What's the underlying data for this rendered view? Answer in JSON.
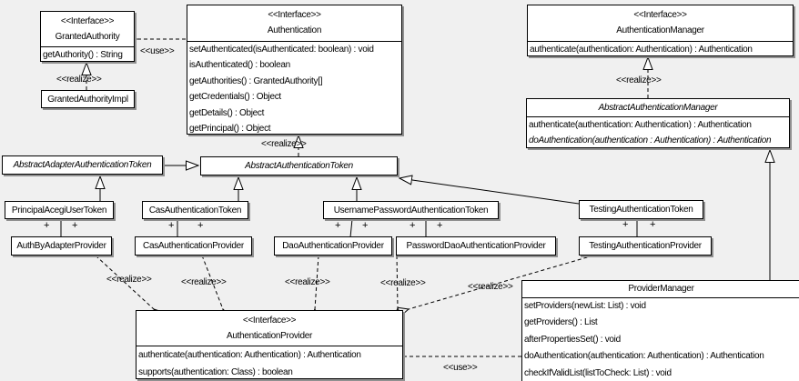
{
  "canvas": {
    "background": "#f0f0f0",
    "line_color": "#000000",
    "box_fill": "#ffffff",
    "shadow_color": "#909090"
  },
  "labels": {
    "interface": "<<Interface>>",
    "use": "<<use>>",
    "realize": "<<realize>>",
    "plus": "+"
  },
  "classes": {
    "granted_authority": {
      "stereotype": "<<Interface>>",
      "name": "GrantedAuthority",
      "methods": [
        "getAuthority() : String"
      ]
    },
    "granted_authority_impl": {
      "name": "GrantedAuthorityImpl"
    },
    "authentication": {
      "stereotype": "<<Interface>>",
      "name": "Authentication",
      "methods": [
        "setAuthenticated(isAuthenticated: boolean) : void",
        "isAuthenticated() : boolean",
        "getAuthorities() : GrantedAuthority[]",
        "getCredentials() : Object",
        "getDetails() : Object",
        "getPrincipal() : Object"
      ]
    },
    "authentication_manager": {
      "stereotype": "<<Interface>>",
      "name": "AuthenticationManager",
      "methods": [
        "authenticate(authentication: Authentication) : Authentication"
      ]
    },
    "abstract_authentication_manager": {
      "name": "AbstractAuthenticationManager",
      "abstract": true,
      "methods": [
        "authenticate(authentication: Authentication) : Authentication",
        "doAuthentication(authentication : Authentication) : Authentication"
      ]
    },
    "abstract_adapter_authentication_token": {
      "name": "AbstractAdapterAuthenticationToken",
      "abstract": true
    },
    "abstract_authentication_token": {
      "name": "AbstractAuthenticationToken",
      "abstract": true
    },
    "principal_acegi_user_token": {
      "name": "PrincipalAcegiUserToken"
    },
    "cas_authentication_token": {
      "name": "CasAuthenticationToken"
    },
    "username_password_authentication_token": {
      "name": "UsernamePasswordAuthenticationToken"
    },
    "testing_authentication_token": {
      "name": "TestingAuthenticationToken"
    },
    "auth_by_adapter_provider": {
      "name": "AuthByAdapterProvider"
    },
    "cas_authentication_provider": {
      "name": "CasAuthenticationProvider"
    },
    "dao_authentication_provider": {
      "name": "DaoAuthenticationProvider"
    },
    "password_dao_authentication_provider": {
      "name": "PasswordDaoAuthenticationProvider"
    },
    "testing_authentication_provider": {
      "name": "TestingAuthenticationProvider"
    },
    "authentication_provider": {
      "stereotype": "<<Interface>>",
      "name": "AuthenticationProvider",
      "methods": [
        "authenticate(authentication: Authentication) : Authentication",
        "supports(authentication: Class) : boolean"
      ]
    },
    "provider_manager": {
      "name": "ProviderManager",
      "methods": [
        "setProviders(newList: List) : void",
        "getProviders() : List",
        "afterPropertiesSet() : void",
        "doAuthentication(authentication: Authentication) : Authentication",
        "checkIfValidList(listToCheck: List) : void"
      ]
    }
  }
}
